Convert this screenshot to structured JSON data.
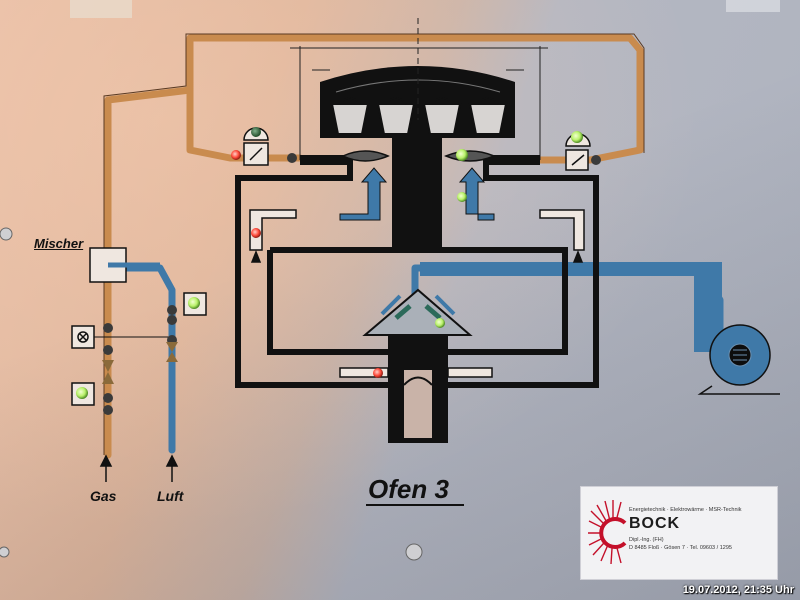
{
  "diagram": {
    "title": "Ofen 3",
    "mixer_label": "Mischer",
    "gas_label": "Gas",
    "air_label": "Luft"
  },
  "logo": {
    "brand": "BOCK",
    "tagline": "Energietechnik · Elektrowärme · MSR-Technik",
    "line1": "Dipl.-Ing. (FH)",
    "line2": "D 8485 Floß · Gösen 7 · Tel. 09603 / 1295"
  },
  "timestamp": "19.07.2012, 21:35 Uhr",
  "colors": {
    "gas_pipe": "#c98b4e",
    "air_pipe": "#3f79a8",
    "structure": "#111111",
    "lamp_green": "#b9f16a",
    "lamp_red": "#ff4a3a",
    "lamp_off": "#2f6b3a"
  },
  "indicators": [
    {
      "name": "gas-supply-lamp",
      "state": "on",
      "color": "green"
    },
    {
      "name": "air-supply-lamp",
      "state": "on",
      "color": "green"
    },
    {
      "name": "left-burner-valve-lamp",
      "state": "on",
      "color": "red"
    },
    {
      "name": "left-burner-top-lamp",
      "state": "off",
      "color": "green"
    },
    {
      "name": "right-burner-top-lamp",
      "state": "on",
      "color": "green"
    },
    {
      "name": "right-burner-lamp",
      "state": "on",
      "color": "green"
    },
    {
      "name": "left-flue-lamp",
      "state": "on",
      "color": "red"
    },
    {
      "name": "right-air-lamp",
      "state": "on",
      "color": "green"
    },
    {
      "name": "bottom-left-lamp",
      "state": "on",
      "color": "red"
    },
    {
      "name": "bottom-right-lamp",
      "state": "on",
      "color": "green"
    }
  ]
}
